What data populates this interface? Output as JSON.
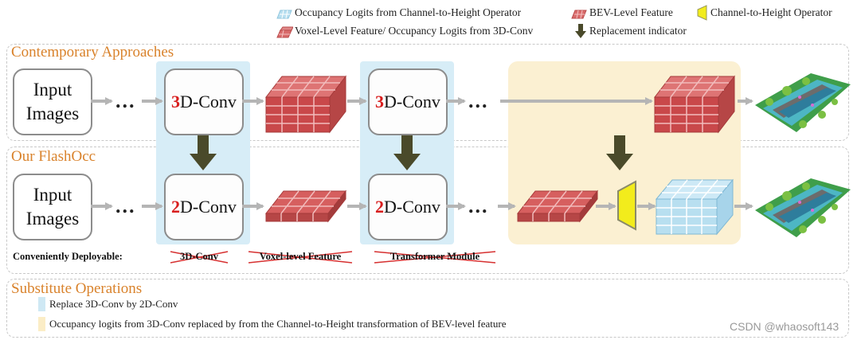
{
  "legend": {
    "item1": "Occupancy Logits from Channel-to-Height Operator",
    "item2": "BEV-Level Feature",
    "item3": "Channel-to-Height Operator",
    "item4": "Voxel-Level Feature/ Occupancy Logits from 3D-Conv",
    "item5": "Replacement indicator"
  },
  "sections": {
    "contemporary": "Contemporary Approaches",
    "ours": "Our FlashOcc",
    "substitute": "Substitute Operations"
  },
  "nodes": {
    "input_line1": "Input",
    "input_line2": "Images",
    "ellipsis": "...",
    "conv3d_num": "3",
    "conv2d_num": "2",
    "conv_suffix": "D-Conv"
  },
  "footer": {
    "deployable": "Conveniently Deployable:",
    "struck1": "3D-Conv",
    "struck2": "Voxel-level Feature",
    "struck3": "Transformer Module"
  },
  "substitute": {
    "blue_text": "Replace 3D-Conv by 2D-Conv",
    "yellow_text": "Occupancy logits from 3D-Conv replaced by from the Channel-to-Height transformation of BEV-level feature"
  },
  "watermark": "CSDN @whaosoft143",
  "colors": {
    "accent_orange": "#d9822b",
    "blue_highlight": "#d7edf7",
    "yellow_highlight": "#fbf0d2",
    "brick_red": "#c9484a",
    "ice_blue": "#b8dff0",
    "operator_yellow": "#f2ec1c",
    "arrow_dark": "#4a4a2a",
    "conv_digit_red": "#d81e1e"
  }
}
